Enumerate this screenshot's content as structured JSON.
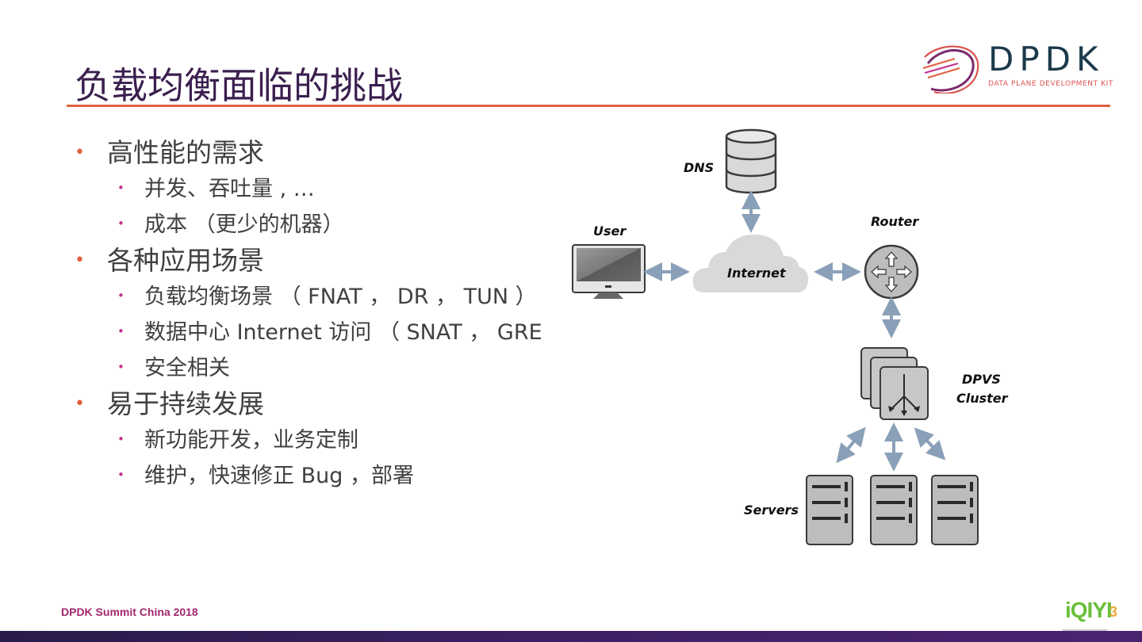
{
  "slide": {
    "title": "负载均衡面临的挑战",
    "bullets": [
      {
        "text": "高性能的需求",
        "children": [
          "并发、吞吐量 , …",
          "成本 （更少的机器）"
        ]
      },
      {
        "text": "各种应用场景",
        "children": [
          "负载均衡场景 （ FNAT ， DR ， TUN ）",
          "数据中心 Internet 访问 （ SNAT ， GRE",
          "安全相关"
        ]
      },
      {
        "text": "易于持续发展",
        "children": [
          "新功能开发，业务定制",
          "维护，快速修正 Bug ，部署"
        ]
      }
    ]
  },
  "logo": {
    "word": "DPDK",
    "subtitle": "DATA PLANE DEVELOPMENT KIT"
  },
  "diagram": {
    "labels": {
      "dns": "DNS",
      "user": "User",
      "router": "Router",
      "internet": "Internet",
      "dpvs_line1": "DPVS",
      "dpvs_line2": "Cluster",
      "servers": "Servers"
    }
  },
  "footer": {
    "event": "DPDK Summit China 2018",
    "page_number": "3",
    "sponsor_logo": "iQIYI"
  },
  "colors": {
    "title": "#3b1f4f",
    "accent_rule": "#e0603e",
    "level1_bullet": "#e0603e",
    "level2_bullet": "#c0308f",
    "footer_text": "#a0286d",
    "page_number": "#e8a93a",
    "arrow": "#8aa0b8"
  }
}
